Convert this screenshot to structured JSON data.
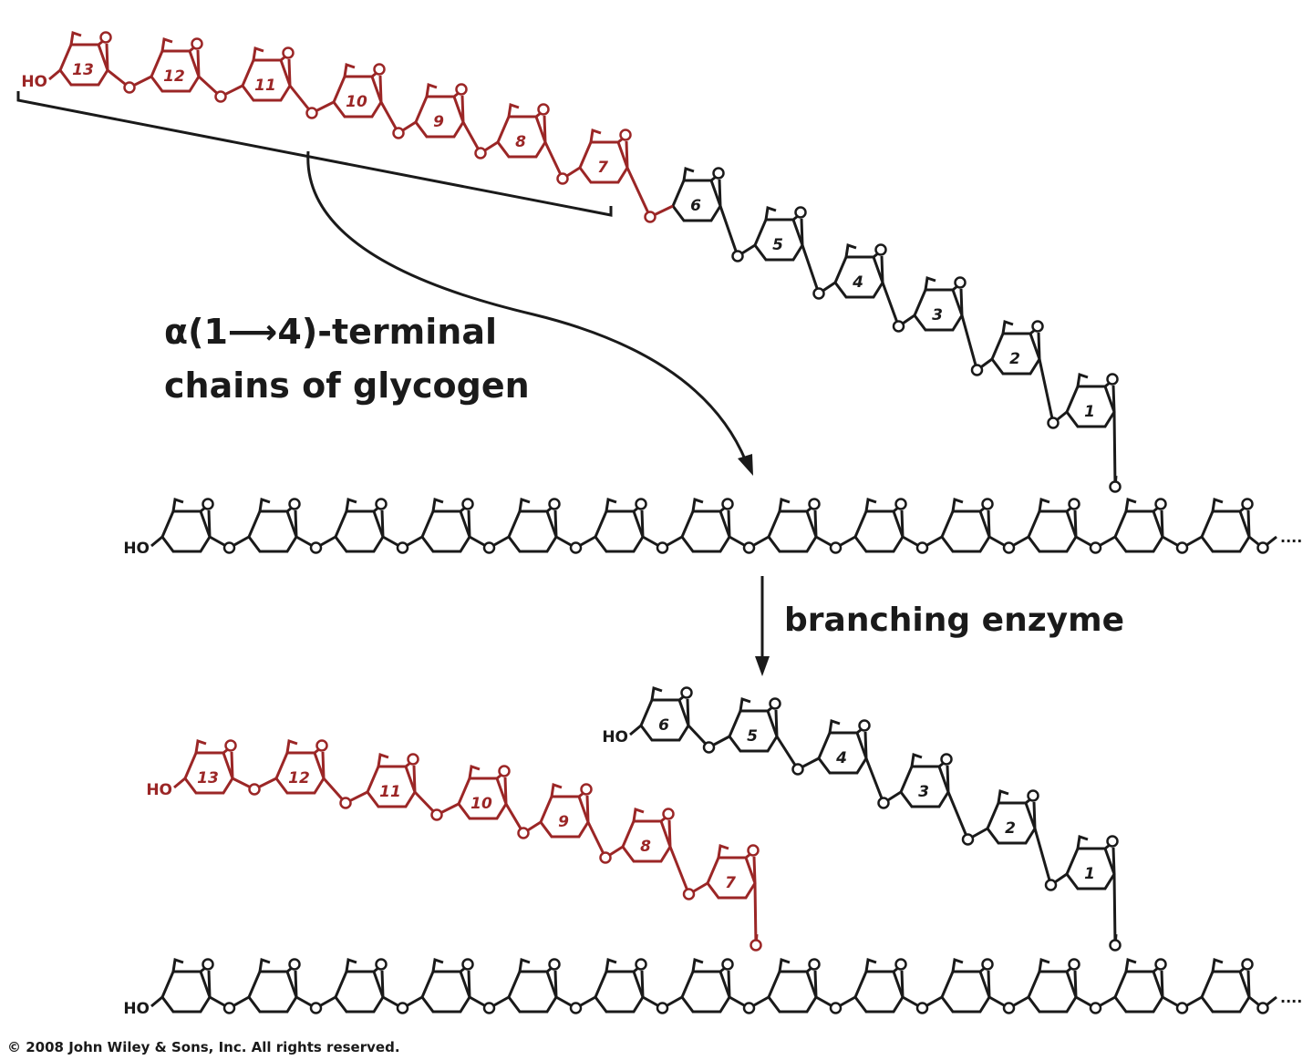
{
  "colors": {
    "black_chain": "#1a1a1a",
    "red_chain": "#9b2626",
    "background": "#ffffff"
  },
  "labels": {
    "terminal_line1": "α(1⟶4)-terminal",
    "terminal_line2": "chains of glycogen",
    "branching_enzyme": "branching enzyme",
    "copyright": "© 2008 John Wiley & Sons, Inc. All rights reserved.",
    "ho": "HO",
    "o": "O",
    "continuation": "...."
  },
  "panels": {
    "top_red_ring_numbers": [
      "13",
      "12",
      "11",
      "10",
      "9",
      "8",
      "7"
    ],
    "top_black_ring_numbers": [
      "6",
      "5",
      "4",
      "3",
      "2",
      "1"
    ],
    "bottom_red_ring_numbers": [
      "13",
      "12",
      "11",
      "10",
      "9",
      "8",
      "7"
    ],
    "bottom_black_ring_numbers": [
      "6",
      "5",
      "4",
      "3",
      "2",
      "1"
    ],
    "main_chain_unit_count": 13
  }
}
